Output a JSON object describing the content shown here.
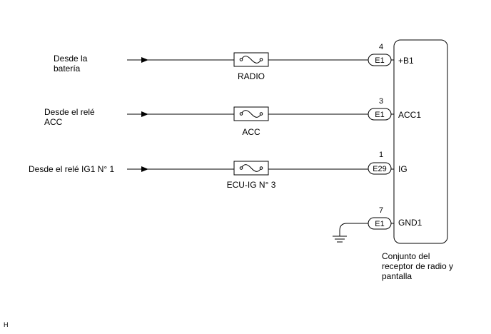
{
  "sources": [
    {
      "line1": "Desde la",
      "line2": "batería"
    },
    {
      "line1": "Desde el relé",
      "line2": "ACC"
    },
    {
      "line1": "Desde el relé IG1 N° 1",
      "line2": ""
    }
  ],
  "fuses": [
    "RADIO",
    "ACC",
    "ECU-IG N° 3"
  ],
  "pins": [
    {
      "number": "4",
      "connector": "E1",
      "terminal": "+B1"
    },
    {
      "number": "3",
      "connector": "E1",
      "terminal": "ACC1"
    },
    {
      "number": "1",
      "connector": "E29",
      "terminal": "IG"
    },
    {
      "number": "7",
      "connector": "E1",
      "terminal": "GND1"
    }
  ],
  "component": {
    "line1": "Conjunto del",
    "line2": "receptor de radio y",
    "line3": "pantalla"
  },
  "corner_mark": "H"
}
